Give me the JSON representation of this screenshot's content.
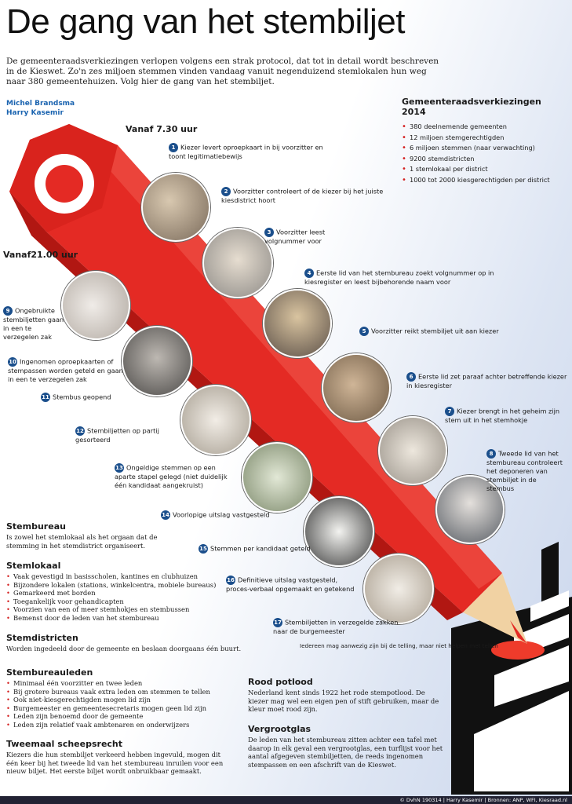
{
  "title": "De gang van het stembiljet",
  "intro": "De gemeenteraadsverkiezingen verlopen volgens een strak protocol, dat tot in detail wordt beschreven in de Kieswet. Zo'n zes miljoen stemmen vinden vandaag vanuit negenduizend stemlokalen hun weg naar 380 gemeentehuizen. Volg hier de gang van het stembiljet.",
  "authors": [
    "Michel Brandsma",
    "Harry Kasemir"
  ],
  "time_start": "Vanaf 7.30 uur",
  "time_end": "Vanaf21.00 uur",
  "facts": {
    "title": "Gemeenteraadsverkiezingen 2014",
    "items": [
      "380 deelnemende gemeenten",
      "12 miljoen stemgerechtigden",
      "6 miljoen stemmen (naar verwachting)",
      "9200 stemdistricten",
      "1 stemlokaal per district",
      "1000 tot 2000 kiesgerechtigden per district"
    ]
  },
  "steps": [
    {
      "n": "1",
      "text": "Kiezer levert oproepkaart in bij voorzitter en toont legitimatiebewijs"
    },
    {
      "n": "2",
      "text": "Voorzitter controleert of de kiezer bij het juiste kiesdistrict hoort"
    },
    {
      "n": "3",
      "text": "Voorzitter leest volgnummer voor"
    },
    {
      "n": "4",
      "text": "Eerste lid van het stembureau zoekt volgnummer op in kiesregister en leest bijbehorende naam voor"
    },
    {
      "n": "5",
      "text": "Voorzitter reikt stembiljet uit aan kiezer"
    },
    {
      "n": "6",
      "text": "Eerste lid zet paraaf achter betreffende kiezer in kiesregister"
    },
    {
      "n": "7",
      "text": "Kiezer brengt in het geheim zijn stem uit in het stemhokje"
    },
    {
      "n": "8",
      "text": "Tweede lid van het stembureau controleert het deponeren van stembiljet in de stembus"
    },
    {
      "n": "9",
      "text": "Ongebruikte stembiljetten gaan in een te verzegelen zak"
    },
    {
      "n": "10",
      "text": "Ingenomen oproepkaarten of stempassen worden geteld en gaan in een te verzegelen zak"
    },
    {
      "n": "11",
      "text": "Stembus geopend"
    },
    {
      "n": "12",
      "text": "Stembiljetten op partij gesorteerd"
    },
    {
      "n": "13",
      "text": "Ongeldige stemmen op een aparte stapel gelegd (niet duidelijk één kandidaat aangekruist)"
    },
    {
      "n": "14",
      "text": "Voorlopige uitslag vastgesteld"
    },
    {
      "n": "15",
      "text": "Stemmen per kandidaat geteld"
    },
    {
      "n": "16",
      "text": "Definitieve uitslag vastgesteld, proces-verbaal opgemaakt en getekend"
    },
    {
      "n": "17",
      "text": "Stembiljetten in verzegelde zakken naar de burgemeester"
    }
  ],
  "note": "Iedereen mag aanwezig zijn bij de telling, maar niet helpen met tellen",
  "sections": {
    "stembureau": {
      "title": "Stembureau",
      "text": "Is zowel het stemlokaal als het orgaan dat de stemming in het stemdistrict organiseert."
    },
    "stemlokaal": {
      "title": "Stemlokaal",
      "items": [
        "Vaak gevestigd in basisscholen, kantines en clubhuizen",
        "Bijzondere lokalen (stations, winkelcentra, mobiele bureaus)",
        "Gemarkeerd met borden",
        "Toegankelijk voor gehandicapten",
        "Voorzien van een of meer stemhokjes en stembussen",
        "Bemenst door de leden van het stembureau"
      ]
    },
    "stemdistricten": {
      "title": "Stemdistricten",
      "text": "Worden ingedeeld door de gemeente en beslaan doorgaans één buurt."
    },
    "stembureauleden": {
      "title": "Stembureauleden",
      "items": [
        "Minimaal één voorzitter en twee leden",
        "Bij grotere bureaus vaak extra leden om stemmen te tellen",
        "Ook niet-kiesgerechtigden mogen lid zijn",
        "Burgemeester en gemeentesecretaris mogen geen lid zijn",
        "Leden zijn benoemd door de gemeente",
        "Leden zijn relatief vaak ambtenaren en onderwijzers"
      ]
    },
    "scheepsrecht": {
      "title": "Tweemaal scheepsrecht",
      "text": "Kiezers die hun stembiljet verkeerd hebben ingevuld, mogen dit één keer bij het tweede lid van het stembureau inruilen voor een nieuw biljet. Het eerste biljet wordt onbruikbaar gemaakt."
    },
    "potlood": {
      "title": "Rood potlood",
      "text": "Nederland kent sinds 1922 het rode stempotlood. De kiezer mag wel een eigen pen of stift gebruiken, maar de kleur moet rood zijn."
    },
    "vergrootglas": {
      "title": "Vergrootglas",
      "text": "De leden van het stembureau zitten achter een tafel met daarop in elk geval een vergrootglas, een turflijst voor het aantal afgegeven stembiljetten, de reeds ingenomen stempassen en een afschrift van de Kieswet."
    }
  },
  "footer": "© DvhN 190314 | Harry Kasemir | Bronnen: ANP, WFI, Kiesraad.nl",
  "colors": {
    "pencil_red": "#e42a24",
    "pencil_dark": "#b11712",
    "wood": "#f1d2a3",
    "badge": "#1b4f8c",
    "bullet": "#d42020"
  }
}
